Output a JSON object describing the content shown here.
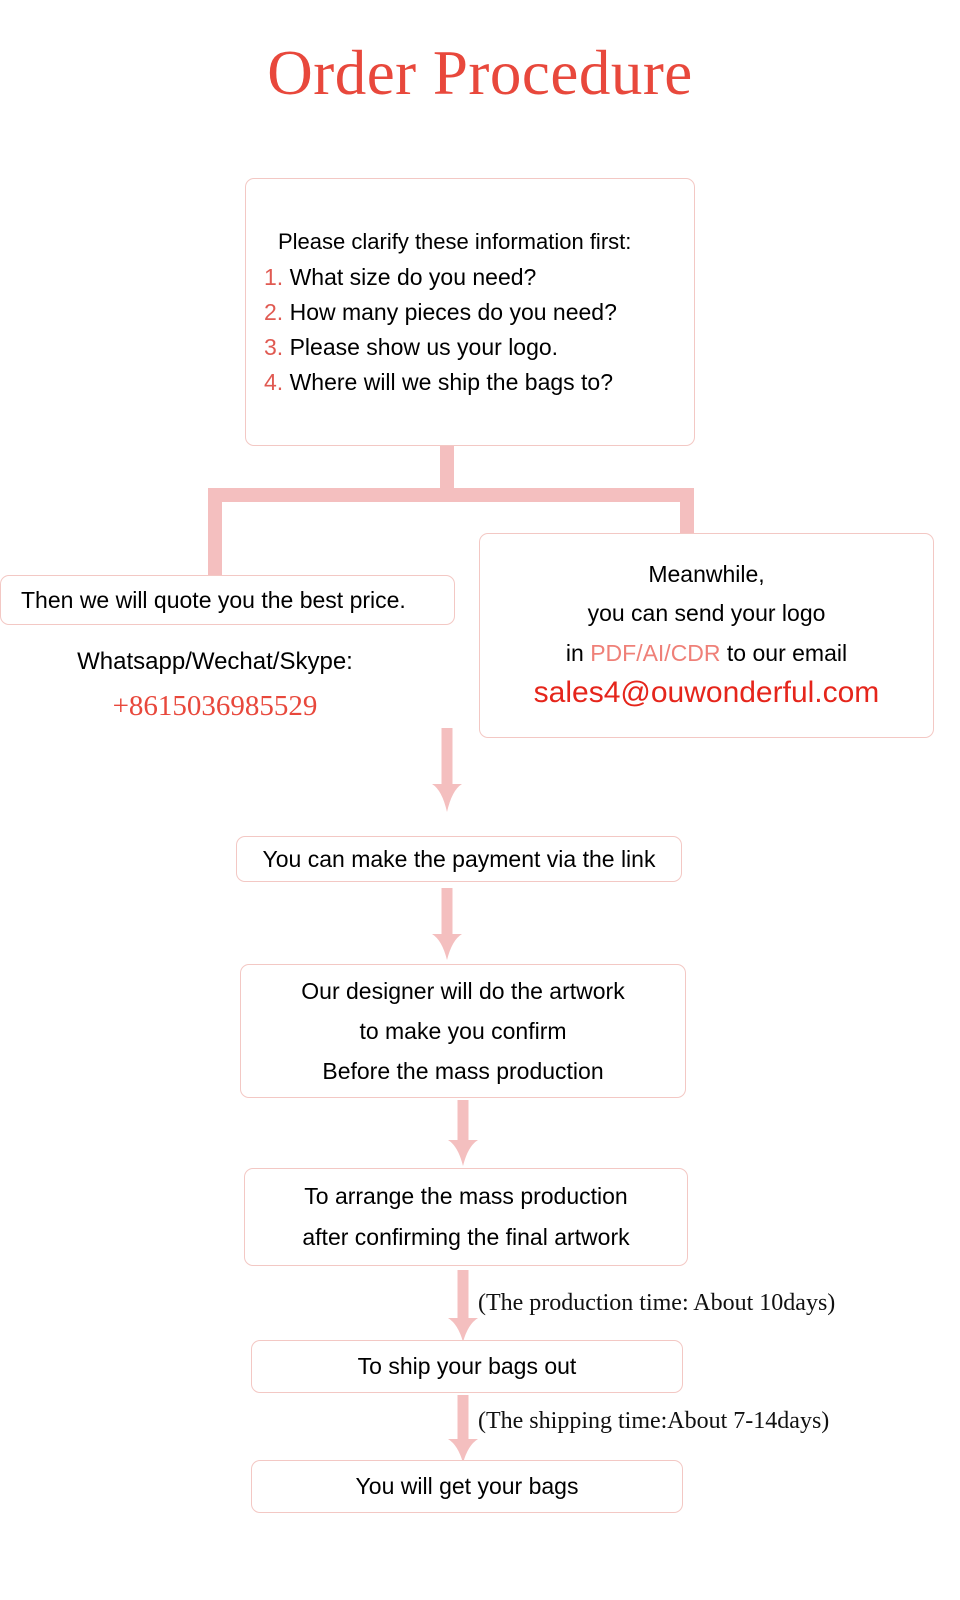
{
  "page": {
    "title": "Order Procedure",
    "background_color": "#ffffff",
    "accent_red": "#e8483c",
    "connector_pink": "#f4bfbf",
    "box_border_pink": "#f3c8c4"
  },
  "steps": {
    "clarify": {
      "heading": "Please clarify these information first:",
      "items": [
        {
          "number": "1.",
          "text": "What size do you need?"
        },
        {
          "number": "2.",
          "text": "How many pieces do you need?"
        },
        {
          "number": "3.",
          "text": "Please show us your logo."
        },
        {
          "number": "4.",
          "text": "Where will we ship the bags to?"
        }
      ]
    },
    "quote": {
      "text": "Then we will quote you the best price."
    },
    "contact": {
      "channels_label": "Whatsapp/Wechat/Skype:",
      "phone": "+8615036985529"
    },
    "meanwhile": {
      "line1": "Meanwhile,",
      "line2": "you can send your logo",
      "line3_prefix": "in ",
      "line3_formats": "PDF/AI/CDR",
      "line3_suffix": " to our email",
      "email": "sales4@ouwonderful.com"
    },
    "payment": {
      "text": "You can make the payment via the link"
    },
    "artwork": {
      "line1": "Our designer will do the artwork",
      "line2": "to make you confirm",
      "line3": "Before the mass production"
    },
    "production": {
      "line1": "To arrange the mass production",
      "line2": "after confirming the final artwork"
    },
    "shipout": {
      "text": "To ship your bags out"
    },
    "receive": {
      "text": "You will get your bags"
    }
  },
  "notes": {
    "production_time": "(The production time: About 10days)",
    "shipping_time": "(The shipping time:About 7-14days)"
  }
}
